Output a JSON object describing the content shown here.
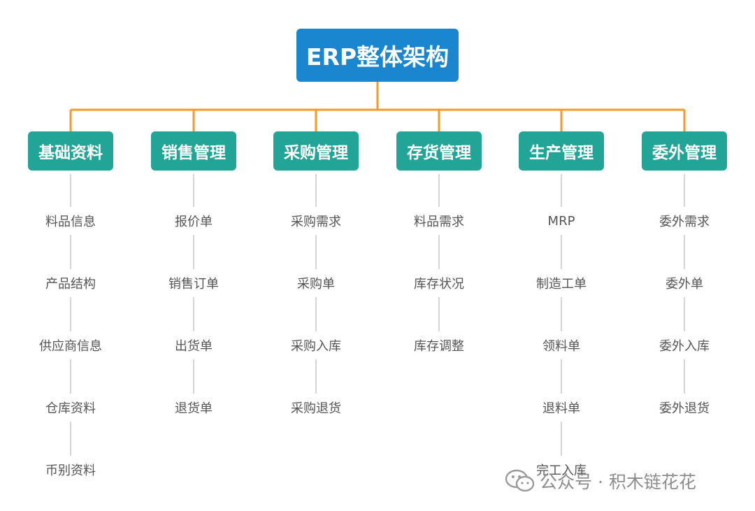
{
  "diagram": {
    "root": {
      "label": "ERP整体架构"
    },
    "colors": {
      "root_fill": "#1a86cf",
      "module_fill": "#22a596",
      "connector_orange": "#f39a2b",
      "connector_gray": "#c8c8c8",
      "item_text": "#555555"
    },
    "modules": [
      {
        "label": "基础资料",
        "items": [
          "料品信息",
          "产品结构",
          "供应商信息",
          "仓库资料",
          "币别资料"
        ]
      },
      {
        "label": "销售管理",
        "items": [
          "报价单",
          "销售订单",
          "出货单",
          "退货单"
        ]
      },
      {
        "label": "采购管理",
        "items": [
          "采购需求",
          "采购单",
          "采购入库",
          "采购退货"
        ]
      },
      {
        "label": "存货管理",
        "items": [
          "料品需求",
          "库存状况",
          "库存调整"
        ]
      },
      {
        "label": "生产管理",
        "items": [
          "MRP",
          "制造工单",
          "领料单",
          "退料单",
          "完工入库"
        ]
      },
      {
        "label": "委外管理",
        "items": [
          "委外需求",
          "委外单",
          "委外入库",
          "委外退货"
        ]
      }
    ]
  },
  "watermark": {
    "text": "公众号 · 积木链花花",
    "icon": "wechat-icon"
  }
}
